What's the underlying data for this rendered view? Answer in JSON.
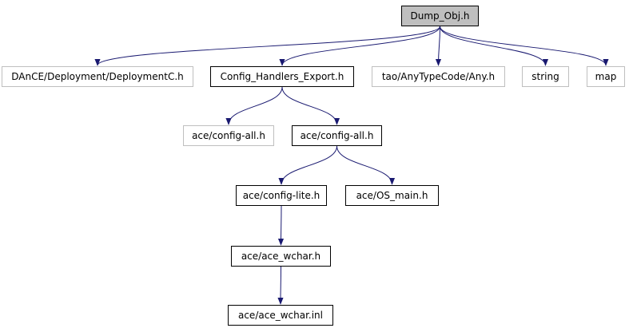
{
  "colors": {
    "edge": "#191970",
    "external_border": "#bfbfbf",
    "root_fill": "#bfbfbf"
  },
  "graph": {
    "nodes": [
      {
        "id": "dump_obj",
        "label": "Dump_Obj.h",
        "style": "root"
      },
      {
        "id": "deployment_c",
        "label": "DAnCE/Deployment/DeploymentC.h",
        "style": "external"
      },
      {
        "id": "config_handlers_export",
        "label": "Config_Handlers_Export.h",
        "style": "normal"
      },
      {
        "id": "any_h",
        "label": "tao/AnyTypeCode/Any.h",
        "style": "external"
      },
      {
        "id": "string",
        "label": "string",
        "style": "external"
      },
      {
        "id": "map",
        "label": "map",
        "style": "external"
      },
      {
        "id": "config_all_ext",
        "label": "ace/config-all.h",
        "style": "external"
      },
      {
        "id": "config_all",
        "label": "ace/config-all.h",
        "style": "normal"
      },
      {
        "id": "config_lite",
        "label": "ace/config-lite.h",
        "style": "normal"
      },
      {
        "id": "os_main",
        "label": "ace/OS_main.h",
        "style": "normal"
      },
      {
        "id": "ace_wchar_h",
        "label": "ace/ace_wchar.h",
        "style": "normal"
      },
      {
        "id": "ace_wchar_inl",
        "label": "ace/ace_wchar.inl",
        "style": "normal"
      }
    ],
    "edges": [
      {
        "from": "dump_obj",
        "to": "deployment_c"
      },
      {
        "from": "dump_obj",
        "to": "config_handlers_export"
      },
      {
        "from": "dump_obj",
        "to": "any_h"
      },
      {
        "from": "dump_obj",
        "to": "string"
      },
      {
        "from": "dump_obj",
        "to": "map"
      },
      {
        "from": "config_handlers_export",
        "to": "config_all_ext"
      },
      {
        "from": "config_handlers_export",
        "to": "config_all"
      },
      {
        "from": "config_all",
        "to": "config_lite"
      },
      {
        "from": "config_all",
        "to": "os_main"
      },
      {
        "from": "config_lite",
        "to": "ace_wchar_h"
      },
      {
        "from": "ace_wchar_h",
        "to": "ace_wchar_inl"
      }
    ]
  }
}
